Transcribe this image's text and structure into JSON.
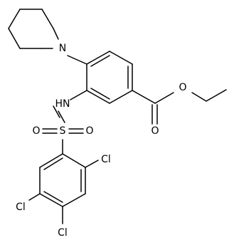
{
  "molecule": {
    "atom_labels": {
      "piperidine_n": "N",
      "amine_nh": "HN",
      "sulfur": "S",
      "sulfonyl_o_left": "O",
      "sulfonyl_o_right": "O",
      "ester_o_bridge": "O",
      "carbonyl_o": "O",
      "cl_ortho": "Cl",
      "cl_para": "Cl",
      "cl_meta": "Cl"
    },
    "colors": {
      "bond": "#000000",
      "label": "#000000",
      "background": "#ffffff"
    }
  }
}
